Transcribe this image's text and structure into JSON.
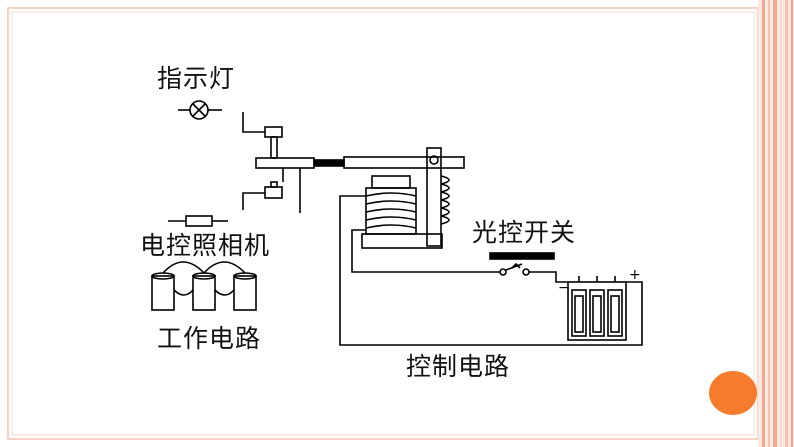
{
  "labels": {
    "indicator_light": "指示灯",
    "electric_camera": "电控照相机",
    "working_circuit": "工作电路",
    "photo_switch": "光控开关",
    "control_circuit": "控制电路"
  },
  "colors": {
    "frame_border": "#f6c2ae",
    "stripe_dark": "#f2a88f",
    "stripe_light": "#fbd8cb",
    "orange_circle": "#f47c2c",
    "line": "#000000"
  },
  "battery": {
    "minus": "−",
    "plus": "+"
  }
}
